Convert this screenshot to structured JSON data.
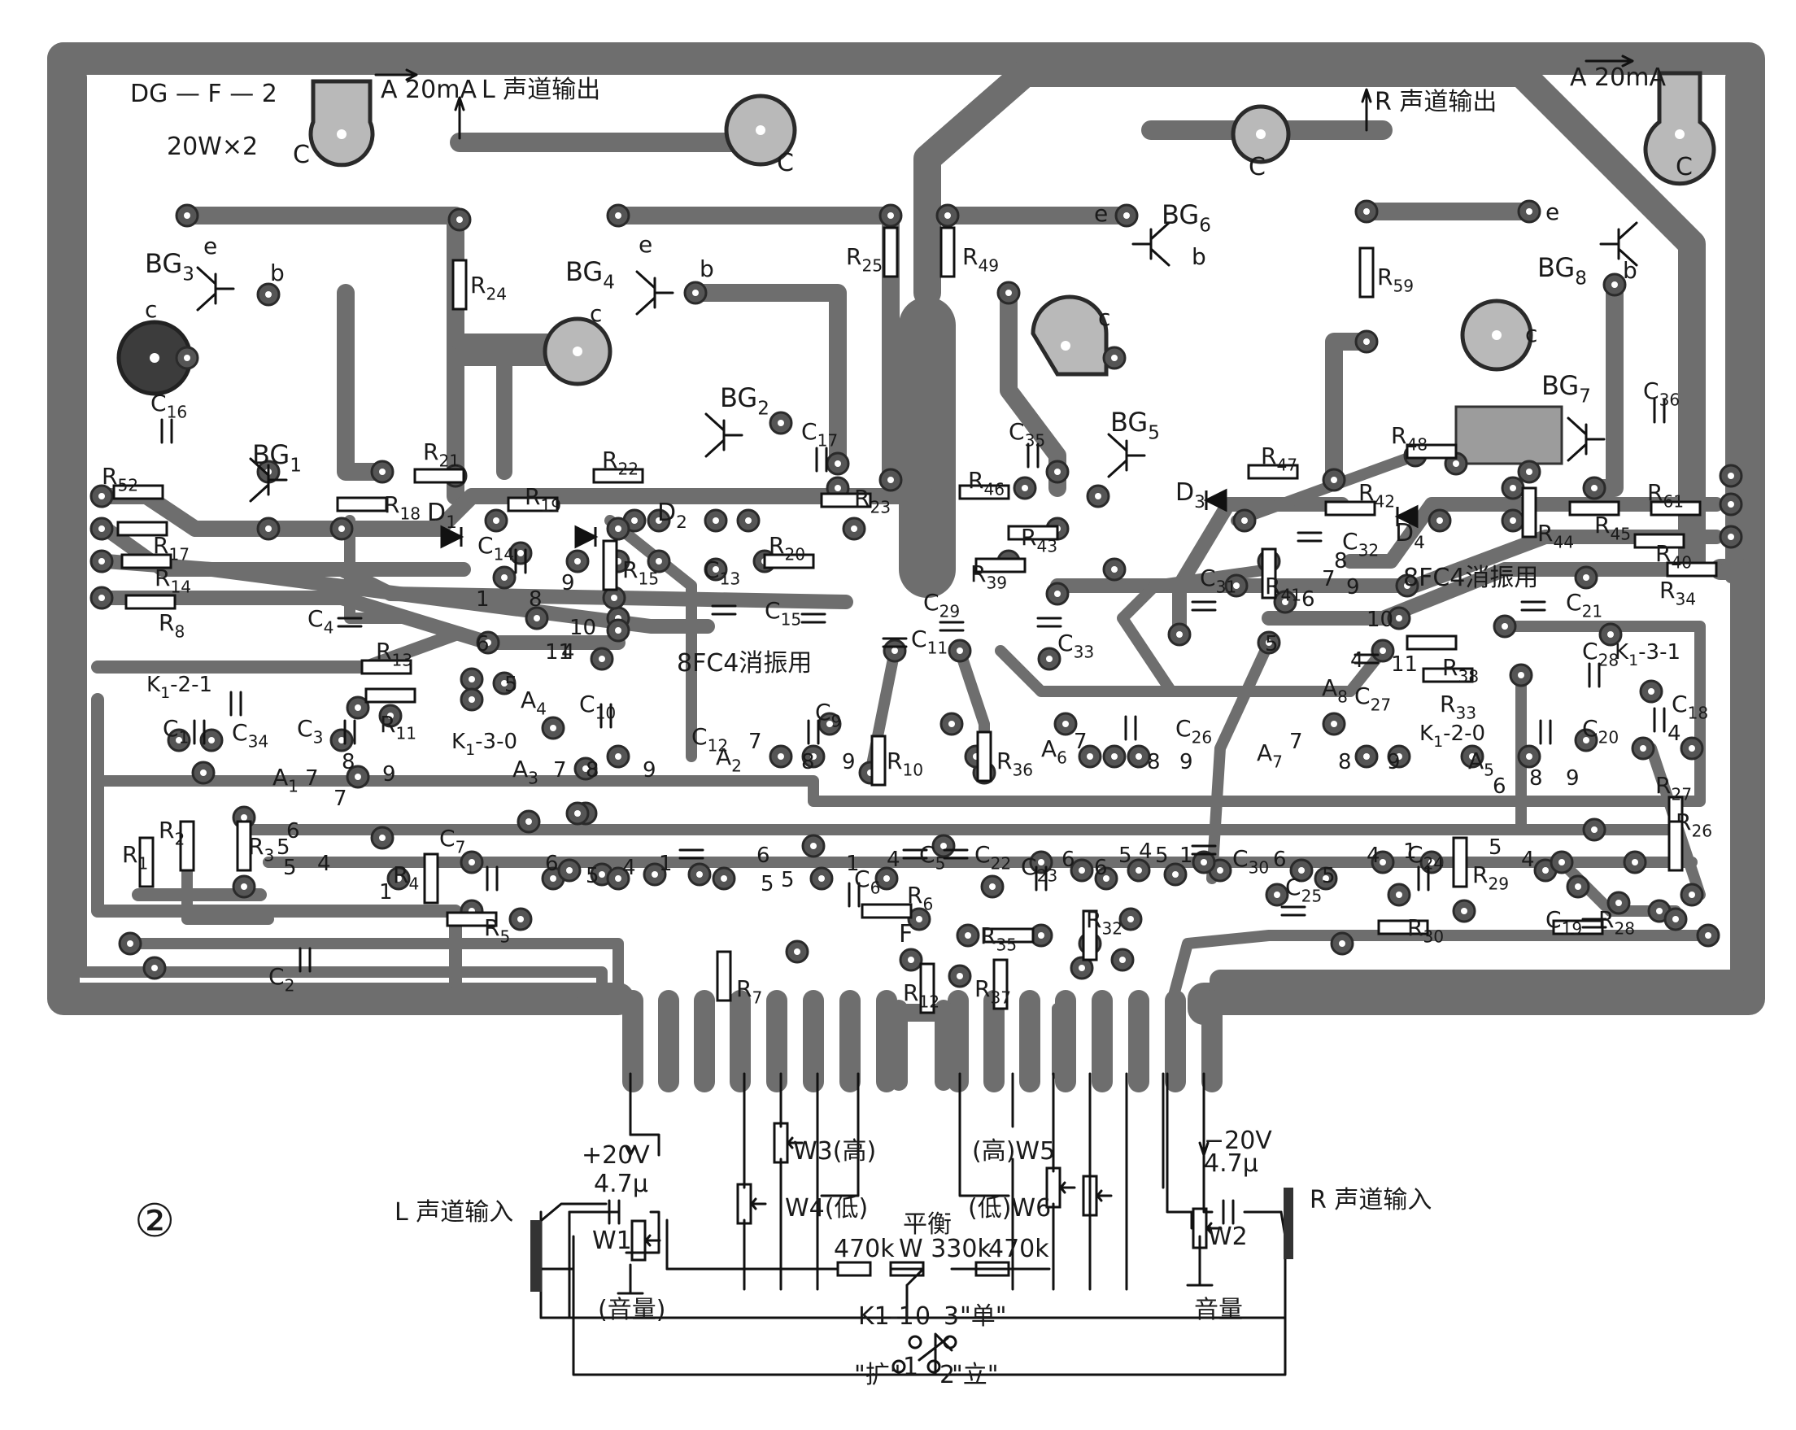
{
  "board": {
    "model": "DG — F — 2",
    "power": "20W×2",
    "figure_number": "②"
  },
  "outputs": {
    "left_meter": "A 20mA",
    "left_output": "L 声道输出",
    "right_output": "R 声道输出",
    "right_meter": "A 20mA"
  },
  "transistors": [
    "BG1",
    "BG2",
    "BG3",
    "BG4",
    "BG5",
    "BG6",
    "BG7",
    "BG8"
  ],
  "pin_letters": [
    "e",
    "b",
    "c"
  ],
  "collector_label": "C",
  "resistors": [
    "R1",
    "R2",
    "R3",
    "R4",
    "R5",
    "R6",
    "R7",
    "R8",
    "R10",
    "R11",
    "R12",
    "R13",
    "R14",
    "R15",
    "R17",
    "R18",
    "R19",
    "R20",
    "R21",
    "R22",
    "R23",
    "R24",
    "R25",
    "R26",
    "R27",
    "R28",
    "R29",
    "R30",
    "R32",
    "R33",
    "R34",
    "R35",
    "R36",
    "R37",
    "R38",
    "R39",
    "R40",
    "R41",
    "R42",
    "R43",
    "R44",
    "R45",
    "R46",
    "R47",
    "R48",
    "R49",
    "R52",
    "R59",
    "R61"
  ],
  "capacitors": [
    "C1",
    "C2",
    "C3",
    "C4",
    "C5",
    "C6",
    "C7",
    "C9",
    "C10",
    "C11",
    "C12",
    "C13",
    "C14",
    "C15",
    "C16",
    "C17",
    "C18",
    "C19",
    "C20",
    "C21",
    "C22",
    "C23",
    "C24",
    "C25",
    "C26",
    "C27",
    "C28",
    "C29",
    "C30",
    "C31",
    "C32",
    "C33",
    "C34",
    "C35",
    "C36"
  ],
  "diodes": [
    "D1",
    "D2",
    "D3",
    "D4"
  ],
  "amplifier_blocks": [
    "A1",
    "A2",
    "A3",
    "A4",
    "A5",
    "A6",
    "A7",
    "A8"
  ],
  "pin_numbers": [
    "1",
    "4",
    "5",
    "6",
    "7",
    "8",
    "9",
    "10",
    "11"
  ],
  "switch_contacts": [
    "K1-2-1",
    "K1-3-0",
    "K1-2-0",
    "K1-3-1"
  ],
  "anti_oscillation": "8FC4消振用",
  "feature_letter": "F",
  "supply": {
    "positive": "+20V",
    "negative": "−20V"
  },
  "input_circuit": {
    "left_input": "L 声道输入",
    "right_input": "R 声道输入",
    "left_cap": "4.7μ",
    "right_cap": "4.7μ",
    "left_pot": "W1",
    "right_pot": "W2",
    "left_volume": "(音量)",
    "right_volume": "音量",
    "treble_left": "W3(高)",
    "bass_left": "W4(低)",
    "treble_right": "(高)W5",
    "bass_right": "(低)W6",
    "balance": "平衡",
    "balance_pot": "W 330k",
    "res_left": "470k",
    "res_right": "470k"
  },
  "mode_switch": {
    "name": "K1-1",
    "pos0": "0",
    "pos1": "1",
    "pos2": "2",
    "pos3": "3",
    "mono": "\"单\"",
    "stereo": "\"立\"",
    "expand": "\"扩\""
  }
}
